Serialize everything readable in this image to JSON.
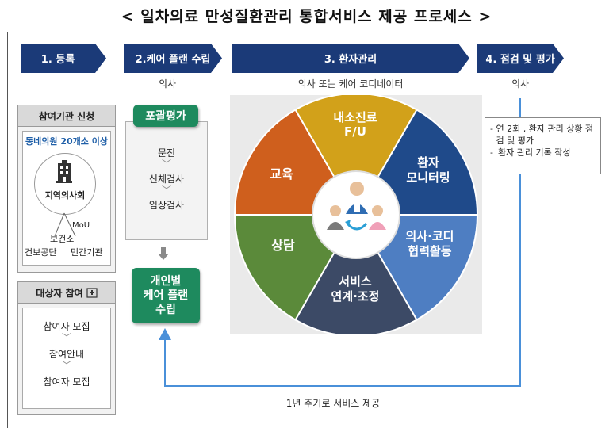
{
  "title": "< 일차의료 만성질환관리 통합서비스 제공 프로세스 >",
  "stages": [
    {
      "label": "1. 등록",
      "sub": ""
    },
    {
      "label": "2.케어 플랜 수립",
      "sub": "의사"
    },
    {
      "label": "3. 환자관리",
      "sub": "의사 또는 케어 코디네이터"
    },
    {
      "label": "4. 점검 및 평가",
      "sub": "의사"
    }
  ],
  "registration": {
    "header": "참여기관 신청",
    "highlight": "동네의원 20개소 이상",
    "building_label": "지역의사회",
    "mou": "MoU",
    "partners": [
      "보건소",
      "건보공단",
      "민간기관"
    ]
  },
  "participation": {
    "header": "대상자 참여",
    "steps": [
      "참여자 모집",
      "참여안내",
      "참여자 모집"
    ]
  },
  "care_plan": {
    "assessment_label": "포괄평가",
    "items": [
      "문진",
      "신체검사",
      "임상검사"
    ],
    "result_label": "개인별\n케어 플랜\n수립"
  },
  "wheel": {
    "segments": [
      {
        "label": "내소진료\nF/U",
        "color": "#d2a11a"
      },
      {
        "label": "환자\n모니터링",
        "color": "#1f4a8a"
      },
      {
        "label": "의사·코디\n협력활동",
        "color": "#4e7ec2"
      },
      {
        "label": "서비스\n연계·조정",
        "color": "#3c4a66"
      },
      {
        "label": "상담",
        "color": "#5b8a3a"
      },
      {
        "label": "교육",
        "color": "#cf5f1d"
      }
    ]
  },
  "evaluation": {
    "notes": [
      "연 2회 , 환자 관리 상황 점검 및 평가",
      "환자 관리 기록 작성"
    ]
  },
  "cycle_label": "1년 주기로 서비스 제공"
}
